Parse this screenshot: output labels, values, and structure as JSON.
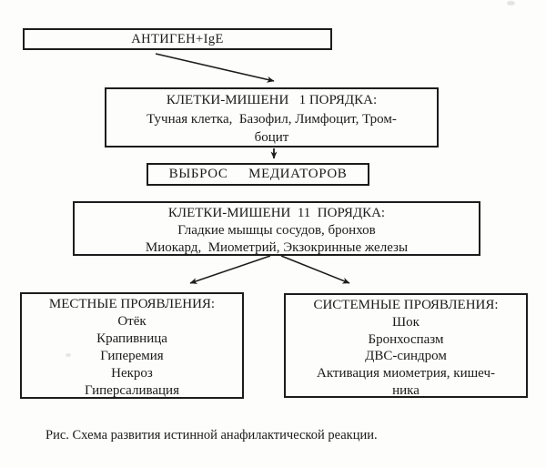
{
  "diagram": {
    "ink_color": "#1c1c1c",
    "background": "#fdfdfc",
    "boxes": {
      "antigen": {
        "title": "АНТИГЕН+IgE"
      },
      "targets1": {
        "title": "КЛЕТКИ-МИШЕНИ   1 ПОРЯДКА:",
        "line1": "Тучная клетка,  Базофил, Лимфоцит, Тром-",
        "line2": "боцит"
      },
      "mediators": {
        "title": "ВЫБРОС  МЕДИАТОРОВ"
      },
      "targets2": {
        "title": "КЛЕТКИ-МИШЕНИ  11  ПОРЯДКА:",
        "line1": "Гладкие мышцы сосудов, бронхов",
        "line2": "Миокард,  Миометрий, Экзокринные железы"
      },
      "local": {
        "title": "МЕСТНЫЕ ПРОЯВЛЕНИЯ:",
        "items": [
          "Отёк",
          "Крапивница",
          "Гиперемия",
          "Некроз",
          "Гиперсаливация"
        ]
      },
      "systemic": {
        "title": "СИСТЕМНЫЕ ПРОЯВЛЕНИЯ:",
        "items": [
          "Шок",
          "Бронхоспазм",
          "ДВС-синдром",
          "Активация миометрия, кишеч-",
          "ника"
        ]
      }
    },
    "arrows": [
      "antigen-to-targets1",
      "targets1-to-mediators",
      "targets2-to-local",
      "targets2-to-systemic"
    ]
  },
  "caption": "Рис. Схема развития истинной анафилактической реакции."
}
